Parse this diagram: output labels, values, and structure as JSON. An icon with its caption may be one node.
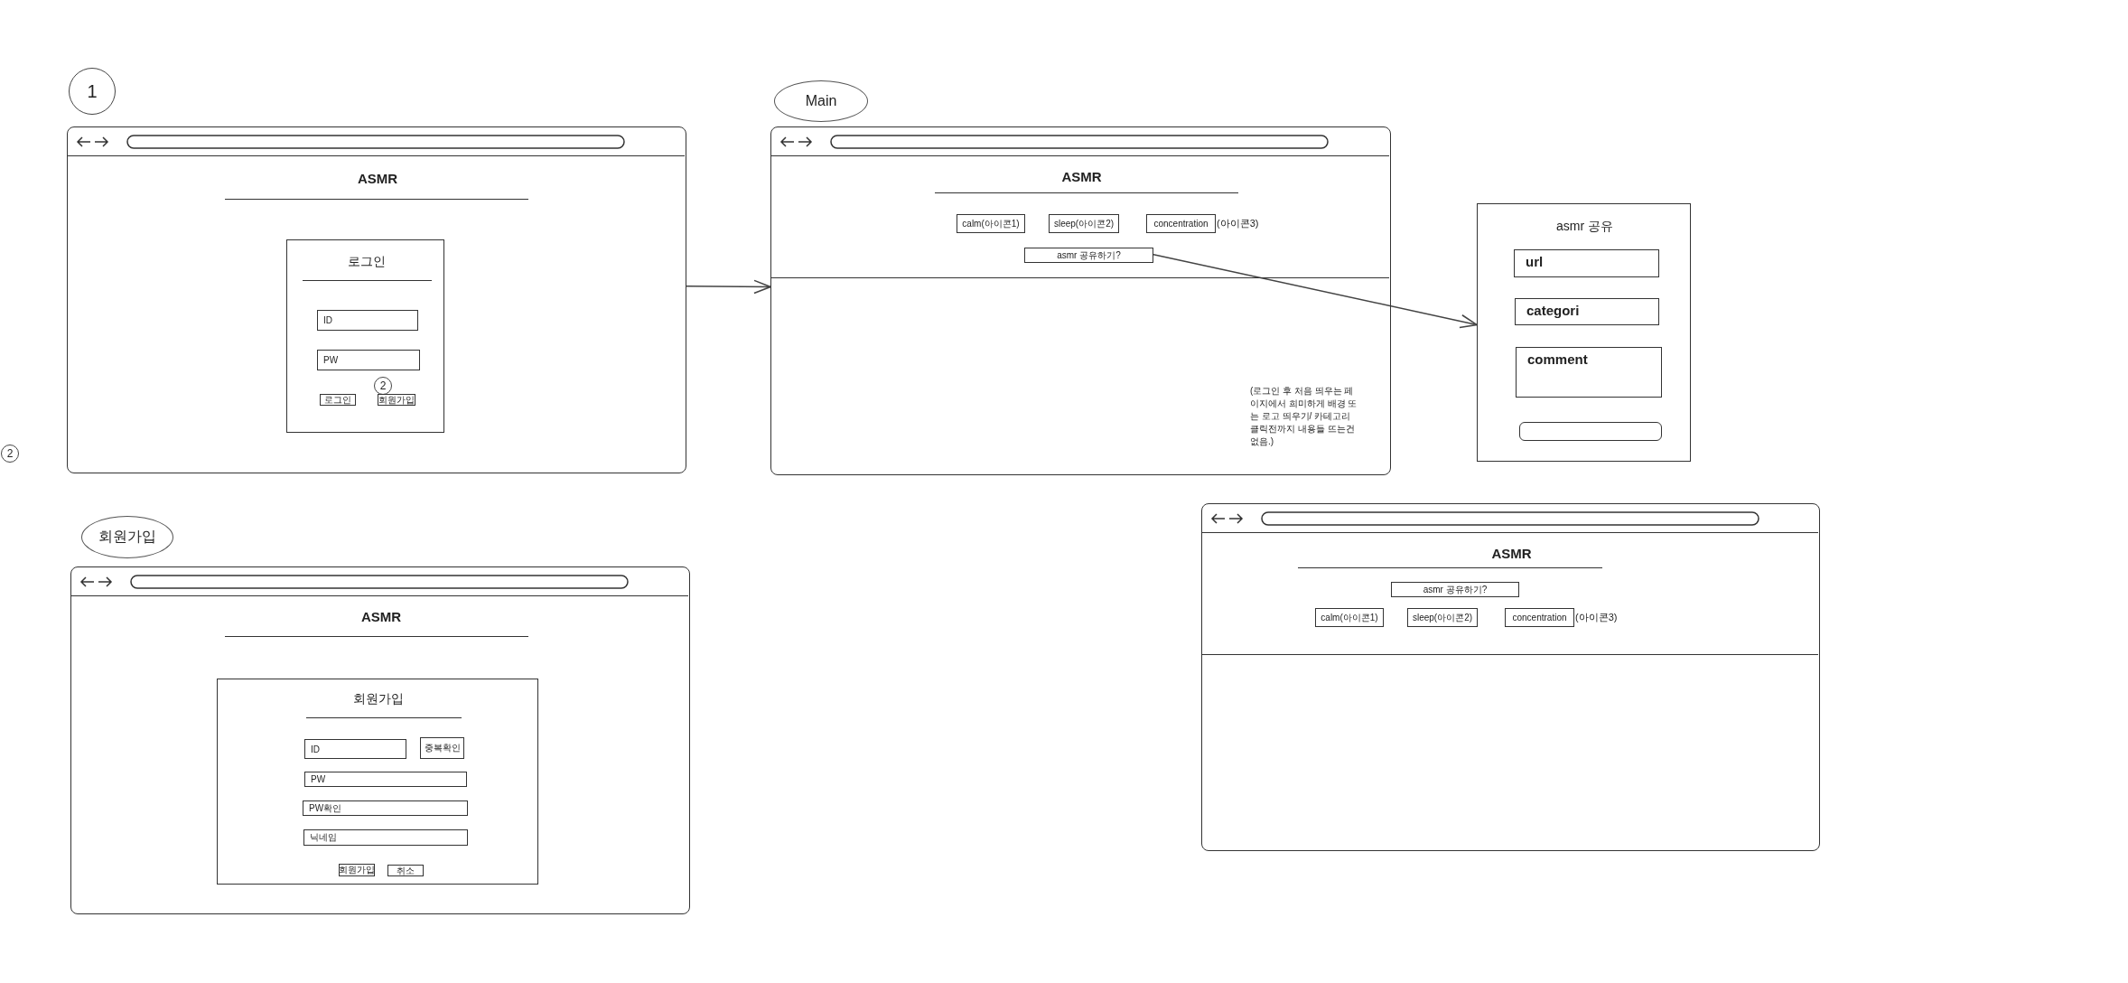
{
  "diagram": {
    "nodes": [
      {
        "text": [
          "1"
        ]
      },
      {
        "text": [
          "ASMR"
        ]
      },
      {
        "text": [
          "로그인"
        ],
        "in": 1
      },
      {
        "text": [
          "ID"
        ],
        "in": 2
      },
      {
        "text": [
          "PW"
        ],
        "in": 2
      },
      {
        "text": [
          "2"
        ],
        "in": 2
      },
      {
        "text": [
          "로그인"
        ],
        "in": 2
      },
      {
        "text": [
          "회원가입"
        ],
        "in": 2
      },
      {
        "text": [
          "2"
        ]
      },
      {
        "text": [
          "Main"
        ]
      },
      {
        "text": [
          "ASMR"
        ]
      },
      {
        "text": [
          "calm(아이콘1)"
        ],
        "in": 10
      },
      {
        "text": [
          "sleep(아이콘2)"
        ],
        "in": 10
      },
      {
        "text": [
          "concentration"
        ],
        "beside": [
          "(아이콘3)"
        ],
        "in": 10
      },
      {
        "text": [
          "asmr 공유하기?"
        ],
        "in": 10
      },
      {
        "text": [
          "asmr 공유"
        ]
      },
      {
        "text": [
          "url"
        ],
        "in": 15
      },
      {
        "text": [
          "categori"
        ],
        "in": 15
      },
      {
        "text": [
          "comment"
        ],
        "in": 15
      },
      {
        "text": [],
        "shape": "box",
        "in": 15
      },
      {
        "text": [
          "회원가입"
        ]
      },
      {
        "text": [
          "ASMR"
        ]
      },
      {
        "text": [
          "회원가입"
        ],
        "in": 21
      },
      {
        "text": [
          "ID"
        ],
        "in": 22
      },
      {
        "text": [
          "중복확인"
        ],
        "in": 22
      },
      {
        "text": [
          "PW"
        ],
        "in": 22
      },
      {
        "text": [
          "PW확인"
        ],
        "in": 22
      },
      {
        "text": [
          "닉네임"
        ],
        "in": 22
      },
      {
        "text": [
          "회원가입"
        ],
        "in": 22
      },
      {
        "text": [
          "취소"
        ],
        "in": 22
      },
      {
        "text": [
          "ASMR"
        ]
      },
      {
        "text": [
          "asmr 공유하기?"
        ],
        "in": 30
      },
      {
        "text": [
          "calm(아이콘1)"
        ],
        "in": 30
      },
      {
        "text": [
          "sleep(아이콘2)"
        ],
        "in": 30
      },
      {
        "text": [
          "concentration"
        ],
        "beside": [
          "(아이콘3)"
        ],
        "in": 30
      }
    ],
    "edges": [
      {
        "from": 1,
        "to": 10,
        "arrow": "to"
      },
      {
        "from": 14,
        "to": 15,
        "arrow": "to"
      }
    ],
    "labels": [
      "(로그인 후 처음 띄우는 페이지에서 희미하게 배경 또는 로고 띄우기/ 카테고리 클릭전까지 내용들 뜨는건 없음.)"
    ]
  }
}
